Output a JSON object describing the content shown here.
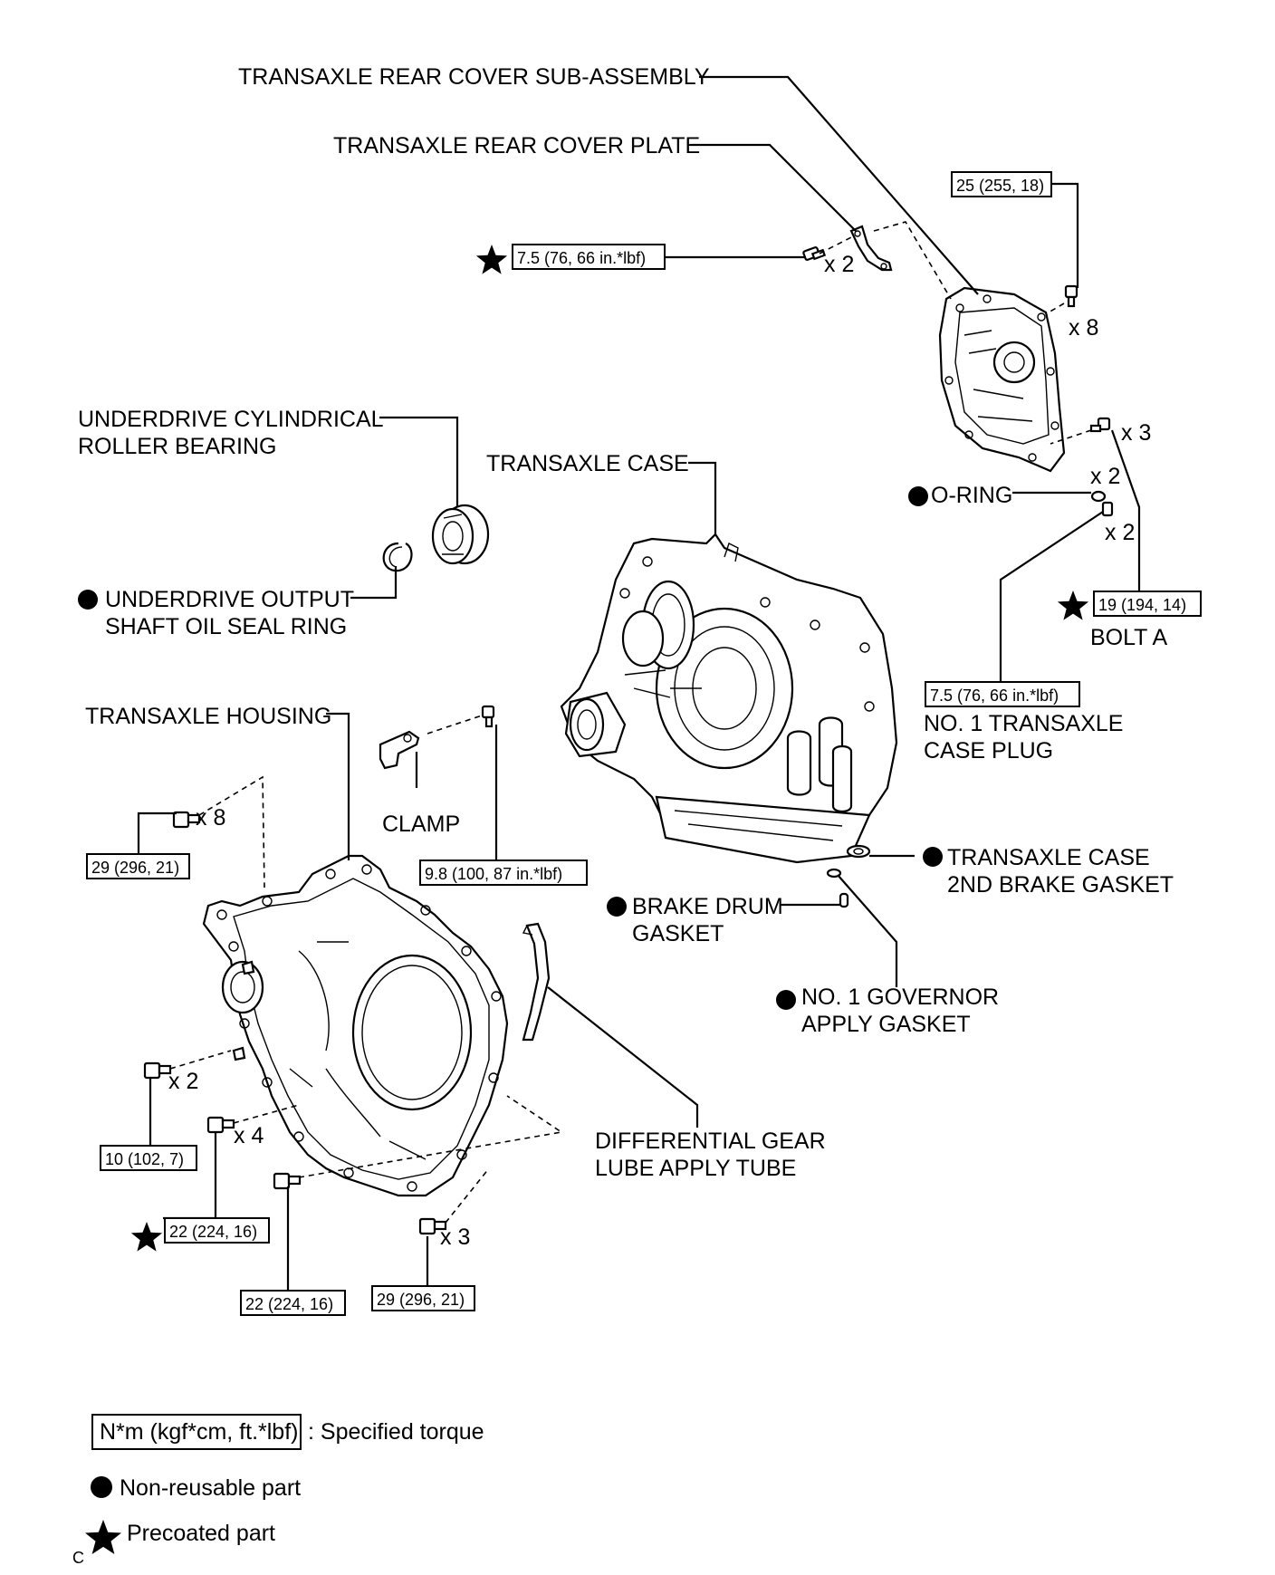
{
  "parts": {
    "rear_cover_sub_assembly": "TRANSAXLE REAR COVER SUB-ASSEMBLY",
    "rear_cover_plate": "TRANSAXLE REAR COVER PLATE",
    "cyl_bearing_1": "UNDERDRIVE CYLINDRICAL",
    "cyl_bearing_2": "ROLLER BEARING",
    "transaxle_case": "TRANSAXLE CASE",
    "o_ring": "O-RING",
    "seal_ring_1": "UNDERDRIVE OUTPUT",
    "seal_ring_2": "SHAFT OIL SEAL RING",
    "bolt_a": "BOLT A",
    "case_plug_1": "NO. 1 TRANSAXLE",
    "case_plug_2": "CASE PLUG",
    "housing": "TRANSAXLE HOUSING",
    "clamp": "CLAMP",
    "second_brake_gasket_1": "TRANSAXLE CASE",
    "second_brake_gasket_2": "2ND BRAKE GASKET",
    "brake_drum_gasket_1": "BRAKE DRUM",
    "brake_drum_gasket_2": "GASKET",
    "governor_gasket_1": "NO. 1 GOVERNOR",
    "governor_gasket_2": "APPLY GASKET",
    "lube_tube_1": "DIFFERENTIAL GEAR",
    "lube_tube_2": "LUBE APPLY TUBE"
  },
  "torque": {
    "rear_cover_bolts": "25 (255, 18)",
    "cover_plate_bolts": "7.5 (76, 66 in.*lbf)",
    "bolt_a": "19 (194, 14)",
    "case_plug": "7.5 (76, 66 in.*lbf)",
    "housing_x8": "29 (296, 21)",
    "clamp_bolt": "9.8 (100, 87 in.*lbf)",
    "housing_x2": "10 (102, 7)",
    "housing_x4": "22 (224, 16)",
    "housing_single": "22 (224, 16)",
    "housing_x3": "29 (296, 21)"
  },
  "quantities": {
    "cover_plate": "x 2",
    "rear_cover": "x 8",
    "bolt_a": "x 3",
    "o_ring": "x 2",
    "case_plug": "x 2",
    "housing_top": "x 8",
    "housing_x2": "x 2",
    "housing_x4": "x 4",
    "housing_x3": "x 3"
  },
  "legend": {
    "torque_unit": "N*m (kgf*cm, ft.*lbf)",
    "torque_desc": ": Specified torque",
    "non_reusable": "Non-reusable part",
    "precoated": "Precoated part"
  },
  "corner_mark": "C"
}
